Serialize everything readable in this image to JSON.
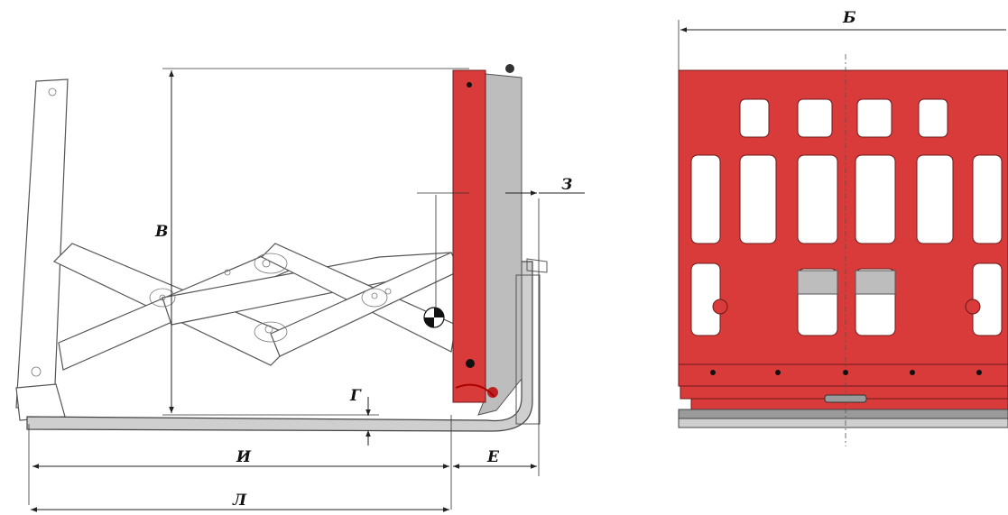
{
  "labels": {
    "width": "Б",
    "height": "В",
    "fork_thickness": "Г",
    "fork_offset": "Е",
    "load_center": "З",
    "extension": "И",
    "overall_length": "Л"
  },
  "colors": {
    "frame_red": "#d93a3a",
    "carriage_grey": "#bdbdbd",
    "line": "#222222"
  }
}
